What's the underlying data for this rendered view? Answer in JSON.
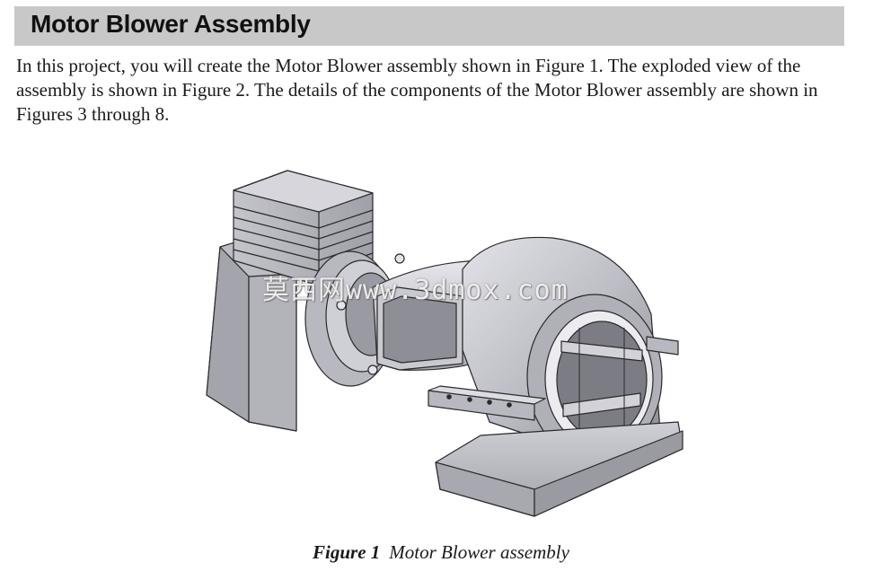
{
  "header": {
    "title": "Motor Blower Assembly"
  },
  "body": {
    "intro": "In this project, you will create the Motor Blower assembly shown in Figure 1. The exploded view of the assembly is shown in Figure 2. The details of the components of the Motor Blower assembly are shown in Figures 3 through 8."
  },
  "figure": {
    "number_label": "Figure 1",
    "caption": "Motor Blower assembly",
    "watermark": "莫西网www.3dmox.com"
  },
  "colors": {
    "title_bar": "#c8c8c8",
    "metal_light": "#d9d9df",
    "metal_mid": "#a9a9b1",
    "metal_dark": "#6f6f78",
    "outline": "#2a2a2a"
  }
}
